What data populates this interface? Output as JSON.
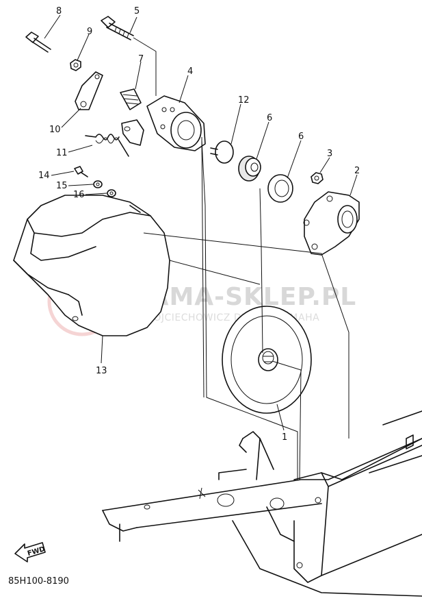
{
  "callouts": {
    "c1": "1",
    "c2": "2",
    "c3": "3",
    "c4": "4",
    "c5": "5",
    "c6a": "6",
    "c6b": "6",
    "c7": "7",
    "c8": "8",
    "c9": "9",
    "c10": "10",
    "c11": "11",
    "c12": "12",
    "c13": "13",
    "c14": "14",
    "c15": "15",
    "c16": "16"
  },
  "diagram_code": "85H100-8190",
  "forward_arrow_label": "FWD",
  "watermark": {
    "title": "YAMA-SKLEP.PL",
    "subtitle": "WOJCIECHOWICZ DEALER YAMAHA"
  },
  "colors": {
    "line": "#111111",
    "watermark_text": "#d8d8d8",
    "watermark_logo": "#f0b8b8"
  }
}
